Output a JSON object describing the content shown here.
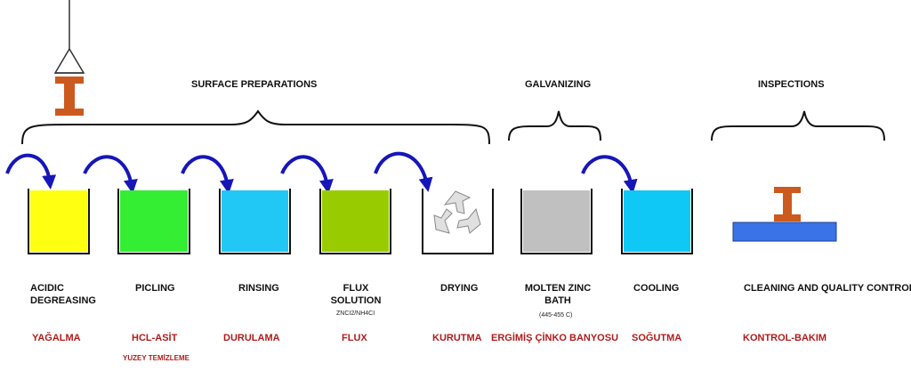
{
  "colors": {
    "outline": "#111111",
    "arrow": "#1616b8",
    "label_red": "#b01c1c",
    "beam": "#cc5a1e",
    "platform": "#3a73e8"
  },
  "sections": {
    "surface": "SURFACE PREPARATIONS",
    "galvanizing": "GALVANIZING",
    "inspections": "INSPECTIONS"
  },
  "steps": [
    {
      "label_en": "ACIDIC\nDEGREASING",
      "label_tr": "YAĞALMA",
      "color": "#ffff12"
    },
    {
      "label_en": "PICLING",
      "label_tr": "HCL-ASİT",
      "note": "YUZEY TEMİZLEME",
      "color": "#33ee33"
    },
    {
      "label_en": "RINSING",
      "label_tr": "DURULAMA",
      "color": "#22c8f5"
    },
    {
      "label_en": "FLUX\nSOLUTION",
      "label_tr": "FLUX",
      "note": "ZNCI2/NH4CI",
      "color": "#99cc00"
    },
    {
      "label_en": "DRYING",
      "label_tr": "KURUTMA",
      "icon": "recycle-icon"
    },
    {
      "label_en": "MOLTEN ZINC\nBATH",
      "label_tr": "ERGİMİŞ ÇİNKO BANYOSU",
      "note": "(445-455 C)",
      "color": "#c0c0c0"
    },
    {
      "label_en": "COOLING",
      "label_tr": "SOĞUTMA",
      "color": "#10c8f5"
    },
    {
      "label_en": "CLEANING AND QUALITY CONTROL",
      "label_tr": "KONTROL-BAKIM",
      "icon": "steel-beam-icon"
    }
  ]
}
